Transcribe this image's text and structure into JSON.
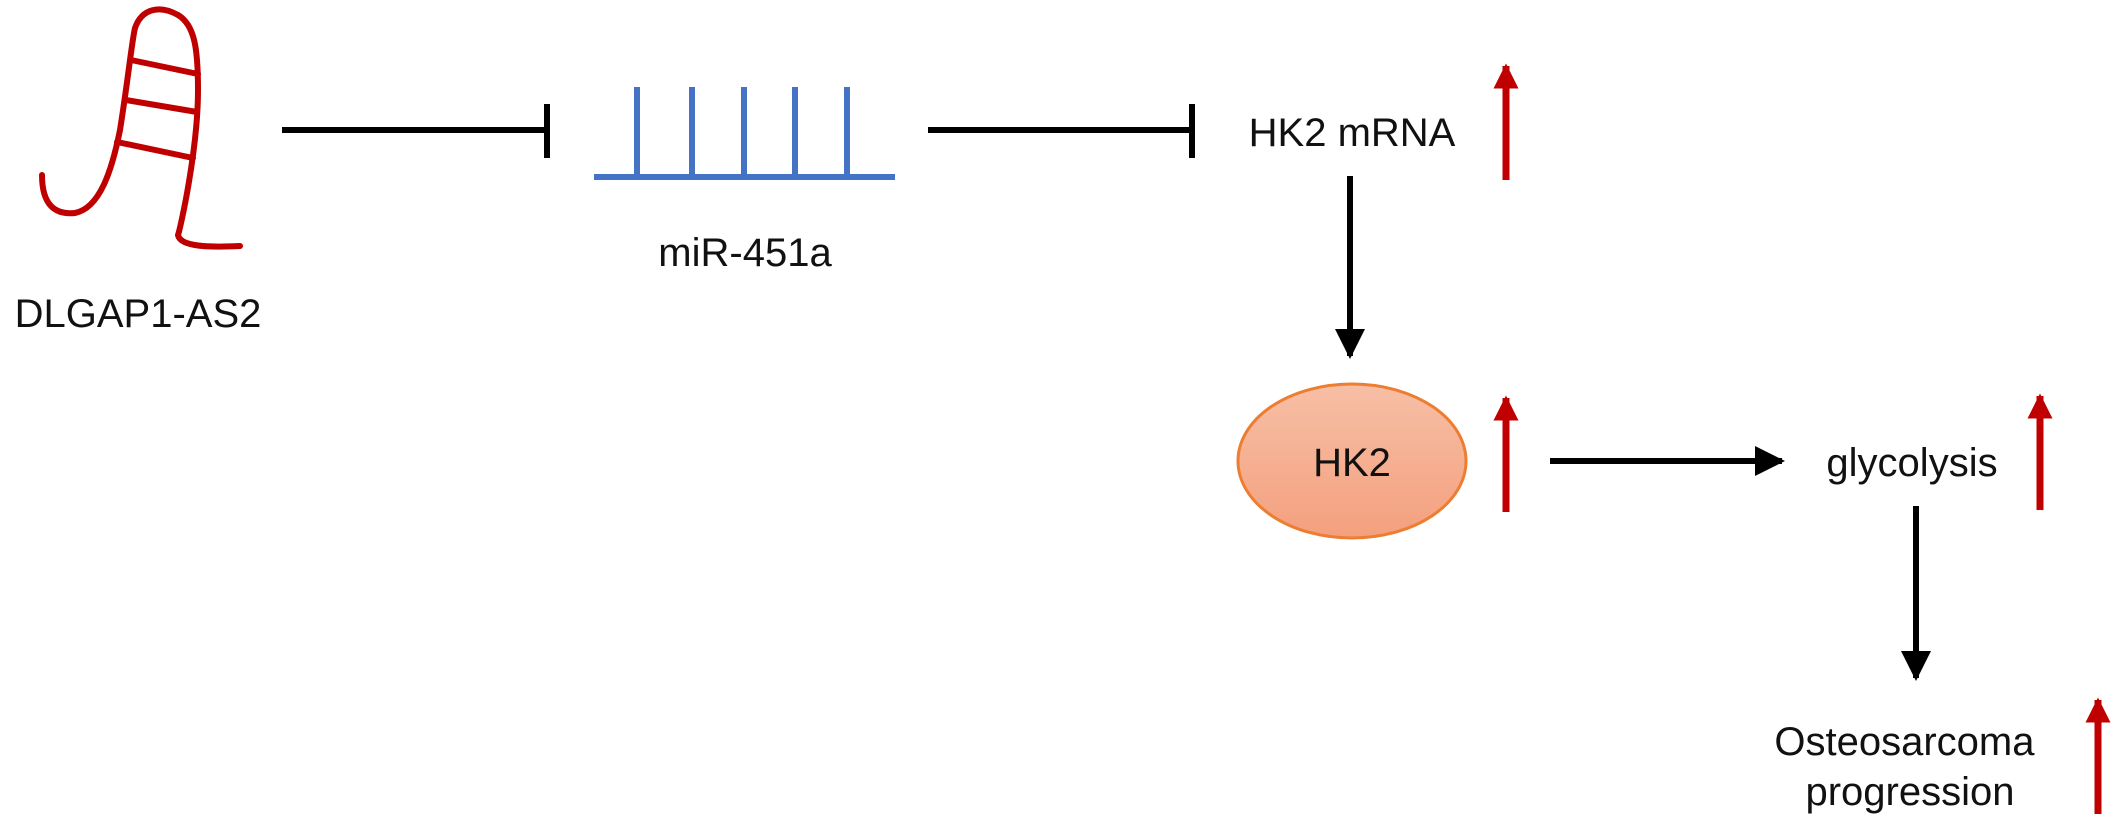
{
  "diagram": {
    "nodes": {
      "lncrna": {
        "label": "DLGAP1-AS2",
        "icon": "rna-hairpin-icon"
      },
      "mirna": {
        "label": "miR-451a",
        "icon": "mirna-comb-icon"
      },
      "hk2_mrna": {
        "label": "HK2 mRNA"
      },
      "hk2": {
        "label": "HK2"
      },
      "glycolysis": {
        "label": "glycolysis"
      },
      "outcome": {
        "label_line1": "Osteosarcoma",
        "label_line2": "progression"
      }
    },
    "edges": [
      {
        "from": "DLGAP1-AS2",
        "to": "miR-451a",
        "type": "inhibits"
      },
      {
        "from": "miR-451a",
        "to": "HK2 mRNA",
        "type": "inhibits"
      },
      {
        "from": "HK2 mRNA",
        "to": "HK2",
        "type": "leads-to"
      },
      {
        "from": "HK2",
        "to": "glycolysis",
        "type": "leads-to"
      },
      {
        "from": "glycolysis",
        "to": "Osteosarcoma progression",
        "type": "leads-to"
      }
    ],
    "upregulated": [
      "HK2 mRNA",
      "HK2",
      "glycolysis",
      "Osteosarcoma progression"
    ],
    "colors": {
      "lncrna": "#c00000",
      "mirna": "#4472c4",
      "up_arrow": "#c00000",
      "edge": "#000000",
      "hk2_fill_top": "#f7bfa6",
      "hk2_fill_bottom": "#f4a07e",
      "hk2_stroke": "#ed7d31"
    }
  }
}
